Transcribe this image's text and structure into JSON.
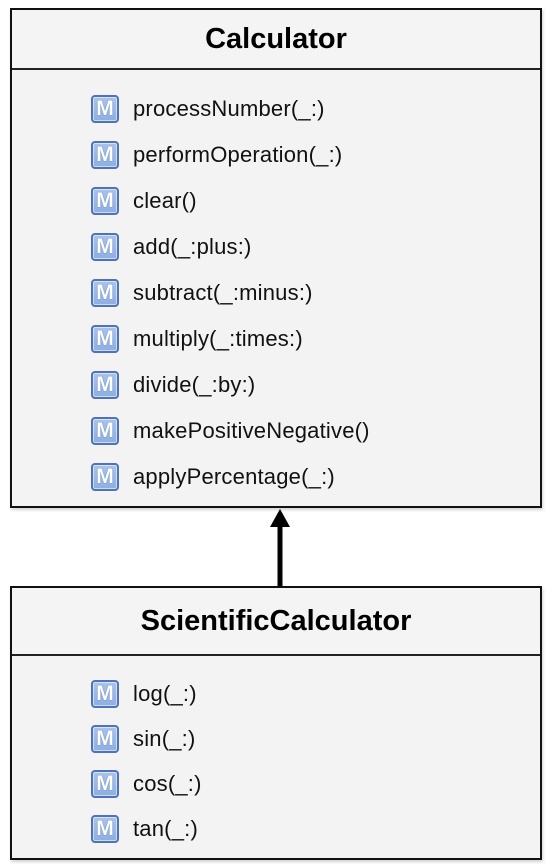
{
  "classes": {
    "calculator": {
      "name": "Calculator",
      "methods": [
        {
          "icon": "M",
          "label": "processNumber(_:)"
        },
        {
          "icon": "M",
          "label": "performOperation(_:)"
        },
        {
          "icon": "M",
          "label": "clear()"
        },
        {
          "icon": "M",
          "label": "add(_:plus:)"
        },
        {
          "icon": "M",
          "label": "subtract(_:minus:)"
        },
        {
          "icon": "M",
          "label": "multiply(_:times:)"
        },
        {
          "icon": "M",
          "label": "divide(_:by:)"
        },
        {
          "icon": "M",
          "label": "makePositiveNegative()"
        },
        {
          "icon": "M",
          "label": "applyPercentage(_:)"
        }
      ]
    },
    "scientific": {
      "name": "ScientificCalculator",
      "methods": [
        {
          "icon": "M",
          "label": "log(_:)"
        },
        {
          "icon": "M",
          "label": "sin(_:)"
        },
        {
          "icon": "M",
          "label": "cos(_:)"
        },
        {
          "icon": "M",
          "label": "tan(_:)"
        }
      ]
    }
  },
  "relationship": {
    "type": "inheritance",
    "from": "ScientificCalculator",
    "to": "Calculator"
  },
  "colors": {
    "method_icon_border": "#4f73b8",
    "method_icon_fill": "#a9c3ec",
    "box_background": "#f3f3f3"
  }
}
